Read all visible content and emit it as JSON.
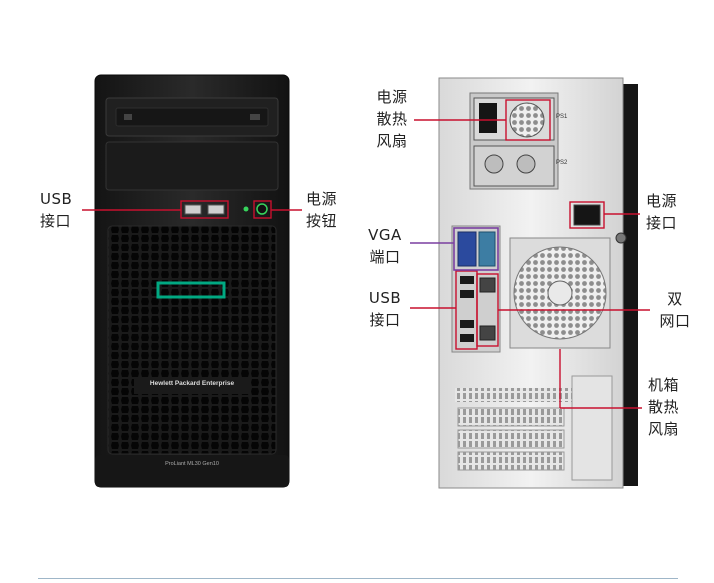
{
  "front": {
    "brand_text": "Hewlett Packard Enterprise",
    "model_text": "ProLiant ML30 Gen10"
  },
  "rear": {
    "psu_labels": [
      "PS1",
      "PS2"
    ]
  },
  "callouts": {
    "usb_front": "USB\n接口",
    "power_button": "电源\n按钮",
    "psu_fan": "电源\n散热\n风扇",
    "vga": "VGA\n端口",
    "usb_rear": "USB\n接口",
    "power_port": "电源\n接口",
    "dual_nic": "双\n网口",
    "case_fan": "机箱\n散热\n风扇"
  },
  "colors": {
    "callout_line": "#c8102e",
    "vga_box": "#7a3fa0",
    "hpe_green": "#01a982"
  }
}
